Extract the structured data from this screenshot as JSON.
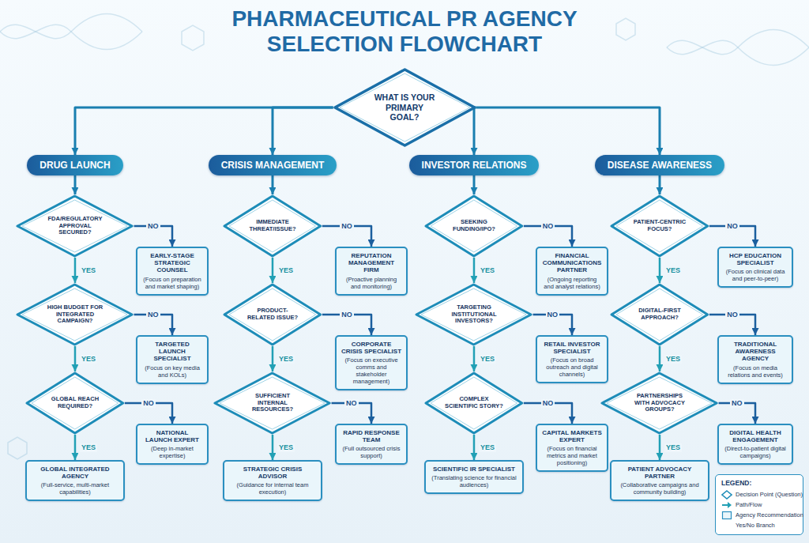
{
  "diagram": {
    "title": "PHARMACEUTICAL PR AGENCY SELECTION FLOWCHART",
    "nodes": [
      {
        "text": [
          "WHAT IS YOUR PRIMARY GOAL?"
        ]
      },
      {
        "text": [
          "DRUG LAUNCH"
        ]
      },
      {
        "text": [
          "CRISIS MANAGEMENT"
        ]
      },
      {
        "text": [
          "INVESTOR RELATIONS"
        ]
      },
      {
        "text": [
          "DISEASE AWARENESS"
        ]
      },
      {
        "text": [
          "FDA/REGULATORY APPROVAL SECURED?"
        ]
      },
      {
        "text": [
          "EARLY-STAGE STRATEGIC COUNSEL",
          "(Focus on preparation and market shaping)"
        ]
      },
      {
        "text": [
          "HIGH BUDGET FOR INTEGRATED CAMPAIGN?"
        ]
      },
      {
        "text": [
          "TARGETED LAUNCH SPECIALIST",
          "(Focus on key media and KOLs)"
        ]
      },
      {
        "text": [
          "GLOBAL REACH REQUIRED?"
        ]
      },
      {
        "text": [
          "NATIONAL LAUNCH EXPERT",
          "(Deep in-market expertise)"
        ]
      },
      {
        "text": [
          "GLOBAL INTEGRATED AGENCY",
          "(Full-service, multi-market capabilities)"
        ]
      },
      {
        "text": [
          "IMMEDIATE THREAT/ISSUE?"
        ]
      },
      {
        "text": [
          "REPUTATION MANAGEMENT FIRM",
          "(Proactive planning and monitoring)"
        ]
      },
      {
        "text": [
          "PRODUCT-RELATED ISSUE?"
        ]
      },
      {
        "text": [
          "CORPORATE CRISIS SPECIALIST",
          "(Focus on executive comms and stakeholder management)"
        ]
      },
      {
        "text": [
          "SUFFICIENT INTERNAL RESOURCES?"
        ]
      },
      {
        "text": [
          "RAPID RESPONSE TEAM",
          "(Full outsourced crisis support)"
        ]
      },
      {
        "text": [
          "STRATEGIC CRISIS ADVISOR",
          "(Guidance for internal team execution)"
        ]
      },
      {
        "text": [
          "SEEKING FUNDING/IPO?"
        ]
      },
      {
        "text": [
          "FINANCIAL COMMUNICATIONS PARTNER",
          "(Ongoing reporting and analyst relations)"
        ]
      },
      {
        "text": [
          "TARGETING INSTITUTIONAL INVESTORS?"
        ]
      },
      {
        "text": [
          "RETAIL INVESTOR SPECIALIST",
          "(Focus on broad outreach and digital channels)"
        ]
      },
      {
        "text": [
          "COMPLEX SCIENTIFIC STORY?"
        ]
      },
      {
        "text": [
          "CAPITAL MARKETS EXPERT",
          "(Focus on financial metrics and market positioning)"
        ]
      },
      {
        "text": [
          "SCIENTIFIC IR SPECIALIST",
          "(Translating science for financial audiences)"
        ]
      },
      {
        "text": [
          "PATIENT-CENTRIC FOCUS?"
        ]
      },
      {
        "text": [
          "HCP EDUCATION SPECIALIST",
          "(Focus on clinical data and peer-to-peer)"
        ]
      },
      {
        "text": [
          "DIGITAL-FIRST APPROACH?"
        ]
      },
      {
        "text": [
          "TRADITIONAL AWARENESS AGENCY",
          "(Focus on media relations and events)"
        ]
      },
      {
        "text": [
          "PARTNERSHIPS WITH ADVOCACY GROUPS?"
        ]
      },
      {
        "text": [
          "DIGITAL HEALTH ENGAGEMENT",
          "(Direct-to-patient digital campaigns)"
        ]
      },
      {
        "text": [
          "PATIENT ADVOCACY PARTNER",
          "(Collaborative campaigns and community building)"
        ]
      }
    ],
    "edges": [
      {
        "from": 0,
        "to": 1,
        "arrow": "to"
      },
      {
        "from": 0,
        "to": 2,
        "arrow": "to"
      },
      {
        "from": 0,
        "to": 3,
        "arrow": "to"
      },
      {
        "from": 0,
        "to": 4,
        "arrow": "to"
      },
      {
        "from": 1,
        "to": 5,
        "arrow": "to"
      },
      {
        "from": 5,
        "to": 6,
        "label": "NO",
        "arrow": "to"
      },
      {
        "from": 5,
        "to": 7,
        "label": "YES",
        "arrow": "to"
      },
      {
        "from": 7,
        "to": 8,
        "label": "NO",
        "arrow": "to"
      },
      {
        "from": 7,
        "to": 9,
        "label": "YES",
        "arrow": "to"
      },
      {
        "from": 9,
        "to": 10,
        "label": "NO",
        "arrow": "to"
      },
      {
        "from": 9,
        "to": 11,
        "label": "YES",
        "arrow": "to"
      },
      {
        "from": 2,
        "to": 12,
        "arrow": "to"
      },
      {
        "from": 12,
        "to": 13,
        "label": "NO",
        "arrow": "to"
      },
      {
        "from": 12,
        "to": 14,
        "label": "YES",
        "arrow": "to"
      },
      {
        "from": 14,
        "to": 15,
        "label": "NO",
        "arrow": "to"
      },
      {
        "from": 14,
        "to": 16,
        "label": "YES",
        "arrow": "to"
      },
      {
        "from": 16,
        "to": 17,
        "label": "NO",
        "arrow": "to"
      },
      {
        "from": 16,
        "to": 18,
        "label": "YES",
        "arrow": "to"
      },
      {
        "from": 3,
        "to": 19,
        "arrow": "to"
      },
      {
        "from": 19,
        "to": 20,
        "label": "NO",
        "arrow": "to"
      },
      {
        "from": 19,
        "to": 21,
        "label": "YES",
        "arrow": "to"
      },
      {
        "from": 21,
        "to": 22,
        "label": "NO",
        "arrow": "to"
      },
      {
        "from": 21,
        "to": 23,
        "label": "YES",
        "arrow": "to"
      },
      {
        "from": 23,
        "to": 24,
        "label": "NO",
        "arrow": "to"
      },
      {
        "from": 23,
        "to": 25,
        "label": "YES",
        "arrow": "to"
      },
      {
        "from": 4,
        "to": 26,
        "arrow": "to"
      },
      {
        "from": 26,
        "to": 27,
        "label": "NO",
        "arrow": "to"
      },
      {
        "from": 26,
        "to": 28,
        "label": "YES",
        "arrow": "to"
      },
      {
        "from": 28,
        "to": 29,
        "label": "NO",
        "arrow": "to"
      },
      {
        "from": 28,
        "to": 30,
        "label": "YES",
        "arrow": "to"
      },
      {
        "from": 30,
        "to": 31,
        "label": "NO",
        "arrow": "to"
      },
      {
        "from": 30,
        "to": 32,
        "label": "YES",
        "arrow": "to"
      }
    ],
    "labels": [
      "LEGEND:"
    ],
    "legend": [
      {
        "text": "Decision Point (Question)"
      },
      {
        "text": "Path/Flow"
      },
      {
        "text": "Agency Recommendation"
      },
      {
        "text": "Yes/No Branch"
      }
    ]
  }
}
